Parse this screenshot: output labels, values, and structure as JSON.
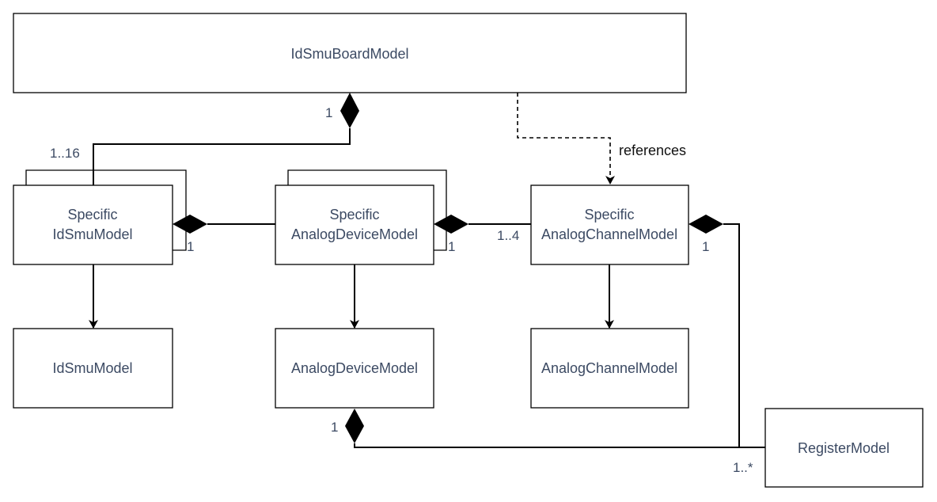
{
  "boxes": {
    "board": {
      "label": "IdSmuBoardModel"
    },
    "specific_idsmu": {
      "line1": "Specific",
      "line2": "IdSmuModel"
    },
    "specific_analog_device": {
      "line1": "Specific",
      "line2": "AnalogDeviceModel"
    },
    "specific_analog_channel": {
      "line1": "Specific",
      "line2": "AnalogChannelModel"
    },
    "idsmu": {
      "label": "IdSmuModel"
    },
    "analog_device": {
      "label": "AnalogDeviceModel"
    },
    "analog_channel": {
      "label": "AnalogChannelModel"
    },
    "register": {
      "label": "RegisterModel"
    }
  },
  "multiplicities": {
    "board_to_idsmu_source": "1",
    "board_to_idsmu_target": "1..16",
    "idsmu_to_device_source": "1",
    "device_to_channel_source": "1",
    "device_to_channel_target": "1..4",
    "channel_to_register_source": "1",
    "device_to_register_source": "1",
    "register_target": "1..*"
  },
  "labels": {
    "references": "references"
  },
  "colors": {
    "stroke": "#000000",
    "text": "#3c4a63"
  }
}
